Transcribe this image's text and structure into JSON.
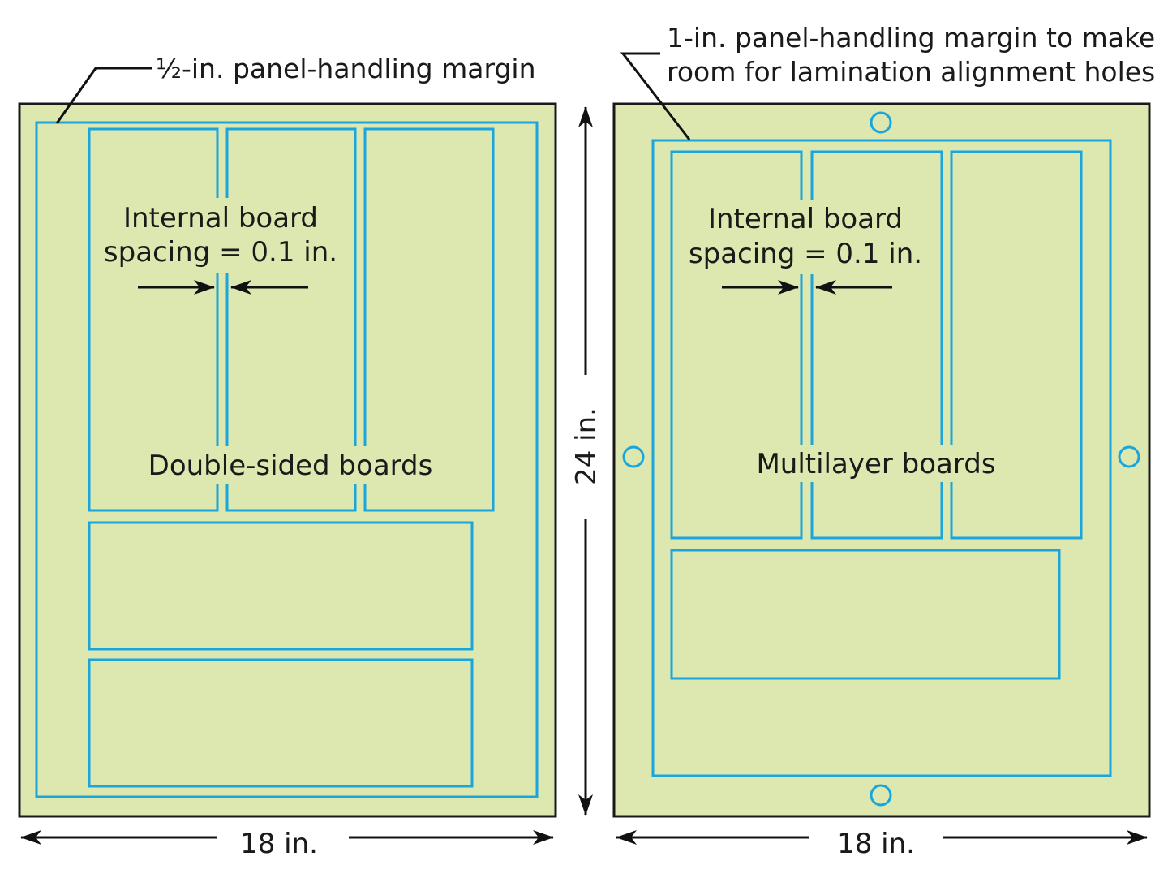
{
  "colors": {
    "panel_fill": "#dde8b0",
    "panel_border": "#1a1a1a",
    "board_outline": "#1aa6dc",
    "arrow": "#111111"
  },
  "left_panel": {
    "margin_callout": "½-in. panel-handling margin",
    "spacing_label_line1": "Internal board",
    "spacing_label_line2": "spacing = 0.1 in.",
    "boards_label": "Double-sided boards",
    "width_label": "18 in."
  },
  "right_panel": {
    "margin_callout_line1": "1-in. panel-handling margin to make",
    "margin_callout_line2": "room for lamination alignment holes",
    "spacing_label_line1": "Internal board",
    "spacing_label_line2": "spacing = 0.1 in.",
    "boards_label": "Multilayer boards",
    "width_label": "18 in."
  },
  "height_label": "24 in."
}
